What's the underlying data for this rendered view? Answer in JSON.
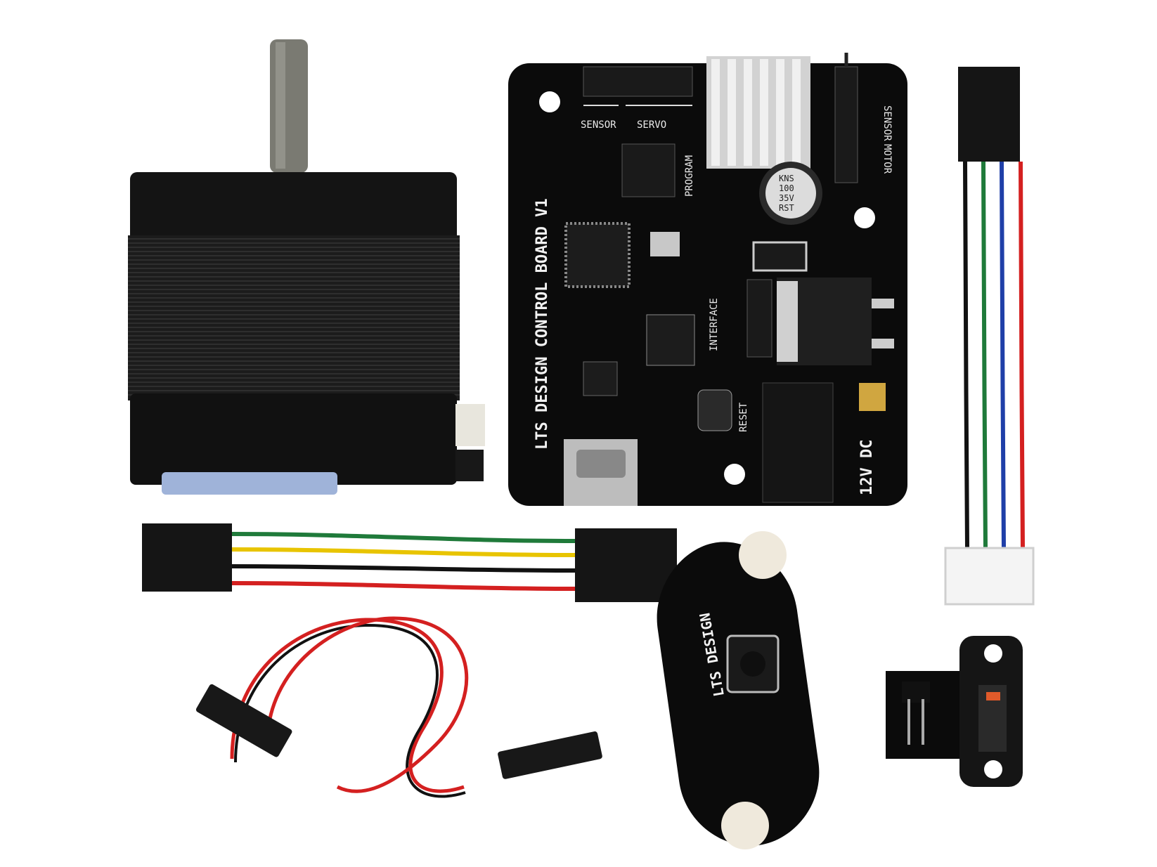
{
  "scene": {
    "description_visible_text": true
  },
  "control_board": {
    "title": "LTS DESIGN CONTROL BOARD V1",
    "labels": {
      "sensor_top": "SENSOR",
      "servo": "SERVO",
      "program": "PROGRAM",
      "sensor_right": "SENSOR",
      "motor": "MOTOR",
      "interface": "INTERFACE",
      "reset": "RESET",
      "power": "12V DC"
    },
    "capacitor": {
      "line1": "KNS",
      "line2": "100",
      "line3": "35V",
      "line4": "RST"
    }
  },
  "button_module": {
    "label": "LTS DESIGN"
  },
  "colors": {
    "pcb": "#0b0b0b",
    "wire_black": "#111111",
    "wire_green": "#1f7a3a",
    "wire_blue": "#1f3fa8",
    "wire_red": "#d42020",
    "wire_yellow": "#e8c400"
  }
}
